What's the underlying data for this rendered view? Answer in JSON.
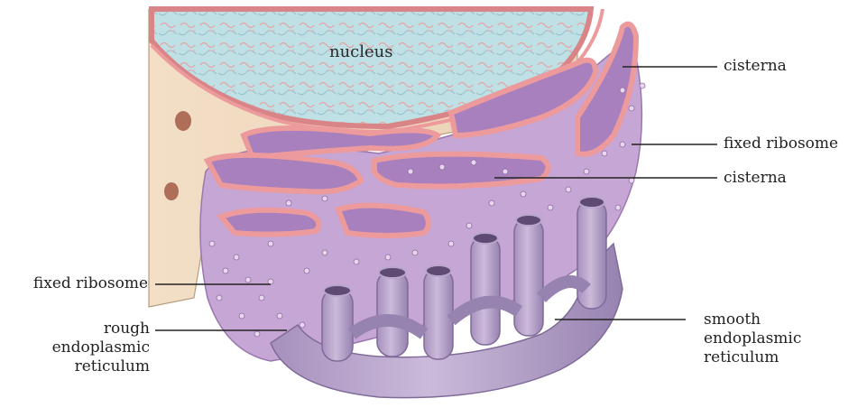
{
  "labels": {
    "nucleus": "nucleus",
    "cisterna_top": "cisterna",
    "fixed_ribosome_right": "fixed ribosome",
    "cisterna_mid": "cisterna",
    "fixed_ribosome_left": "fixed ribosome",
    "rough_er": [
      "rough",
      "endoplasmic",
      "reticulum"
    ],
    "smooth_er": [
      "smooth",
      "endoplasmic",
      "reticulum"
    ]
  },
  "colors": {
    "nucleoplasm": "#b9dbe0",
    "membrane_pink": "#ec9a9c",
    "er_lilac": "#c6a6d4",
    "er_dark": "#9a78ae",
    "smooth_er": "#b6a2c9",
    "cytoplasm": "#f1dcc4",
    "leader": "#222222"
  }
}
